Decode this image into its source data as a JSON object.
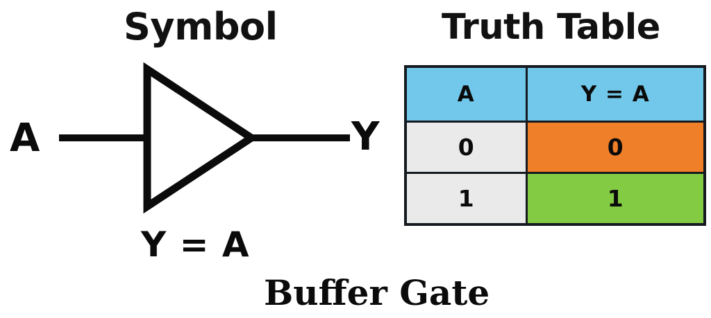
{
  "page": {
    "background_color": "#ffffff",
    "caption": "Buffer Gate"
  },
  "symbol_section": {
    "heading": "Symbol",
    "input_label": "A",
    "output_label": "Y",
    "equation": "Y = A",
    "gate_shape": "triangle-buffer",
    "line_color": "#0b0b0b"
  },
  "truth_table_section": {
    "heading": "Truth Table",
    "colors": {
      "header": "#72c8ea",
      "input_cell": "#eaeaea",
      "low_output": "#ef7f28",
      "high_output": "#83cb42",
      "border": "#141a20"
    },
    "columns": [
      {
        "label": "A"
      },
      {
        "label": "Y = A"
      }
    ],
    "rows": [
      {
        "a": "0",
        "y": "0"
      },
      {
        "a": "1",
        "y": "1"
      }
    ]
  },
  "chart_data": {
    "type": "table",
    "title": "Truth Table",
    "columns": [
      "A",
      "Y = A"
    ],
    "rows": [
      [
        "0",
        "0"
      ],
      [
        "1",
        "1"
      ]
    ]
  }
}
